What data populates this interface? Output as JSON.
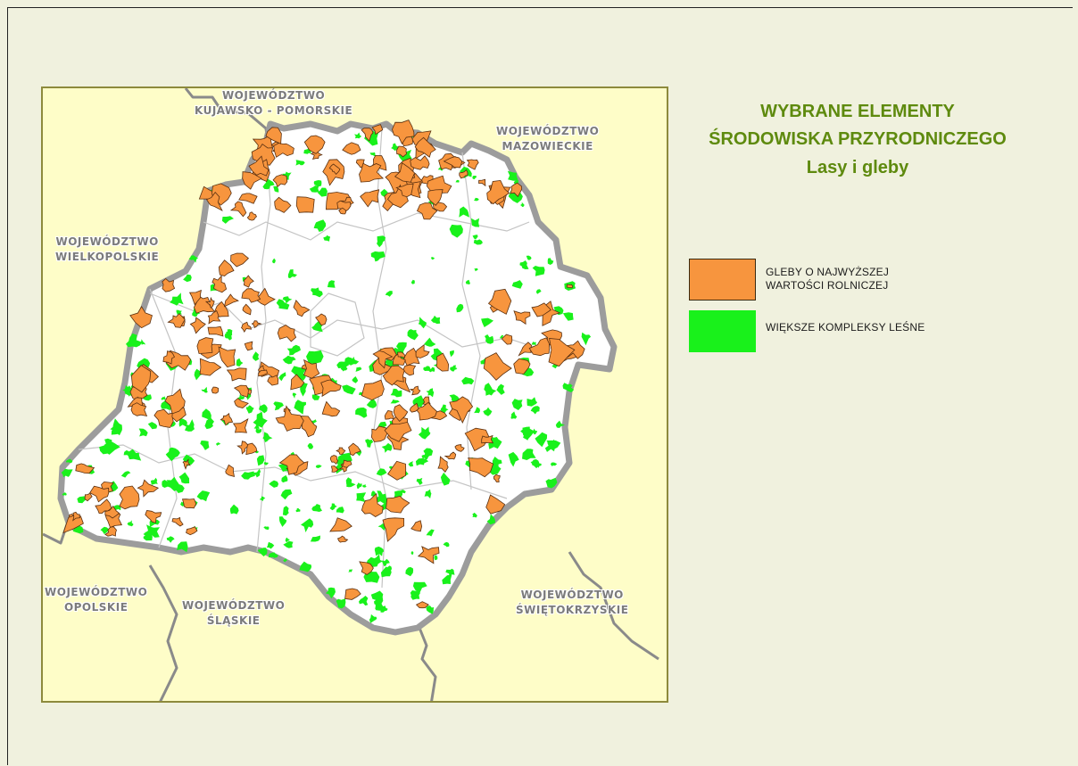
{
  "title": {
    "line1": "WYBRANE ELEMENTY",
    "line2": "ŚRODOWISKA PRZYRODNICZEGO",
    "line3": "Lasy i gleby",
    "color": "#5e8a0e"
  },
  "legend": [
    {
      "label_line1": "GLEBY O NAJWYŻSZEJ",
      "label_line2": "WARTOŚCI ROLNICZEJ",
      "color": "#f7953e"
    },
    {
      "label_line1": "WIĘKSZE KOMPLEKSY LEŚNE",
      "label_line2": "",
      "color": "#19f11b"
    }
  ],
  "neighbor_regions": {
    "kujawsko": {
      "line1": "WOJEWÓDZTWO",
      "line2": "KUJAWSKO - POMORSKIE"
    },
    "mazowieckie": {
      "line1": "WOJEWÓDZTWO",
      "line2": "MAZOWIECKIE"
    },
    "wielkopolskie": {
      "line1": "WOJEWÓDZTWO",
      "line2": "WIELKOPOLSKIE"
    },
    "opolskie": {
      "line1": "WOJEWÓDZTWO",
      "line2": "OPOLSKIE"
    },
    "slaskie": {
      "line1": "WOJEWÓDZTWO",
      "line2": "ŚLĄSKIE"
    },
    "swietokrzyskie": {
      "line1": "WOJEWÓDZTWO",
      "line2": "ŚWIĘTOKRZYSKIE"
    }
  },
  "map_colors": {
    "page_background": "#f0f1de",
    "map_background": "#fefdc8",
    "voivodeship_fill": "#ffffff",
    "voivodeship_border": "#9c9c9c",
    "district_borders": "#c8c8c8",
    "neighbor_borders": "#8a8a8a",
    "soil": "#f7953e",
    "forest": "#19f11b"
  }
}
